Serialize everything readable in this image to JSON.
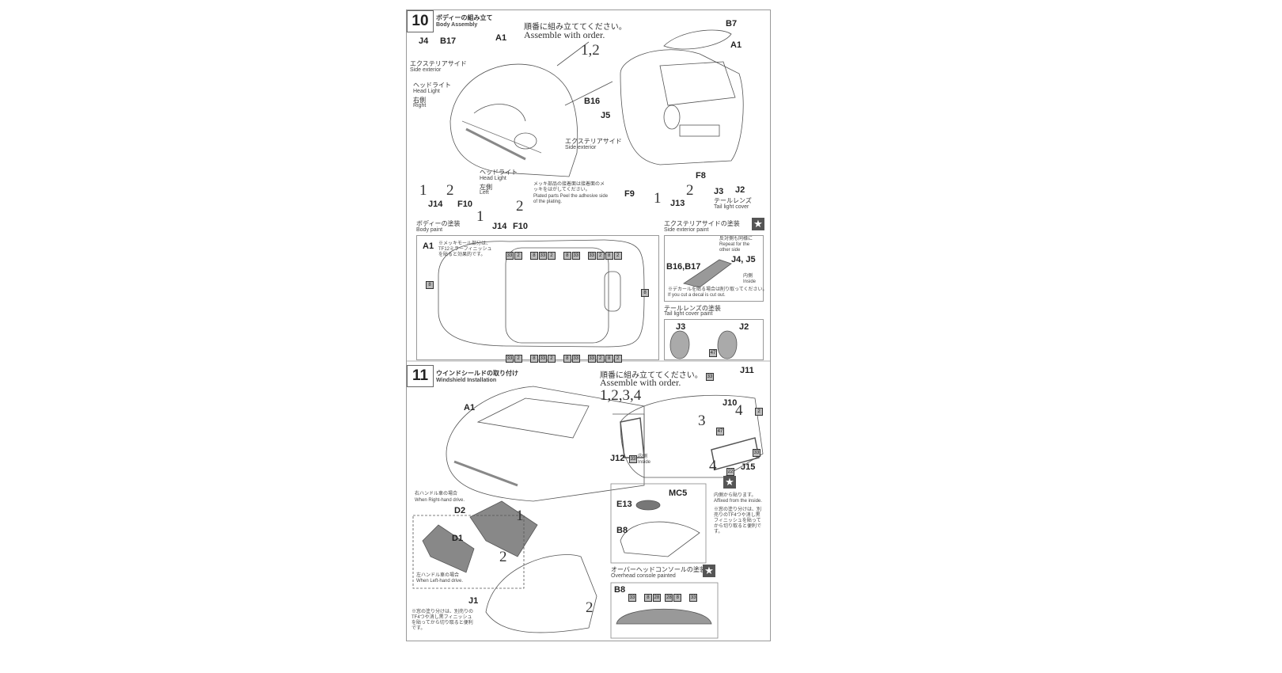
{
  "step10": {
    "number": "10",
    "title_jp": "ボディーの組み立て",
    "title_en": "Body Assembly",
    "order_jp": "順番に組み立ててください。",
    "order_en": "Assemble with order.",
    "order_seq": "1,2",
    "parts": [
      "J4",
      "B17",
      "A1",
      "B7",
      "A1",
      "B16",
      "J5",
      "F8",
      "F9",
      "J13",
      "J3",
      "J2",
      "J14",
      "F10",
      "J14",
      "F10"
    ],
    "side_exterior_jp": "エクステリアサイド",
    "side_exterior_en": "Side exterior",
    "headlight_right_jp": "ヘッドライト",
    "headlight_right_en": "Head Light",
    "right_jp": "右側",
    "right_en": "Right",
    "headlight_left_jp": "ヘッドライト",
    "headlight_left_en": "Head Light",
    "left_jp": "左側",
    "left_en": "Left",
    "plating_jp": "メッキ部品の接着面は接着面のメッキをはがしてください。",
    "plating_en": "Plated parts Peel the adhesive side of the plating.",
    "tail_lens_jp": "テールレンズ",
    "tail_lens_en": "Tail light cover",
    "step_numbers": [
      "1",
      "2",
      "1",
      "2",
      "1",
      "2"
    ],
    "body_paint_jp": "ボディーの塗装",
    "body_paint_en": "Body paint",
    "body_paint_part": "A1",
    "body_paint_note": "※メッキモール部分は、TF12ミラーフィニッシュを貼ると効果的です。",
    "color_codes_top": [
      "33",
      "2",
      "8",
      "33",
      "2",
      "8",
      "33",
      "33",
      "2",
      "8",
      "2"
    ],
    "color_codes_bottom": [
      "33",
      "2",
      "8",
      "33",
      "2",
      "8",
      "33",
      "33",
      "2",
      "8",
      "2"
    ],
    "color_code_side": "8",
    "side_paint_jp": "エクステリアサイドの塗装",
    "side_paint_en": "Side exterior paint",
    "side_paint_parts": "B16,B17",
    "side_paint_parts2": "J4, J5",
    "repeat_jp": "反対側も同様に",
    "repeat_en": "Repeat for the other side",
    "inside_jp": "内側",
    "inside_en": "Inside",
    "decal_note_jp": "※デカールを貼る場合は削り取ってください。",
    "decal_note_en": "If you cut a decal is cut out.",
    "tail_paint_jp": "テールレンズの塗装",
    "tail_paint_en": "Tail light cover paint",
    "tail_parts": [
      "J3",
      "J2"
    ],
    "tail_code": "47"
  },
  "step11": {
    "number": "11",
    "title_jp": "ウインドシールドの取り付け",
    "title_en": "Windshield Installation",
    "order_jp": "順番に組み立ててください。",
    "order_en": "Assemble with order.",
    "order_seq": "1,2,3,4",
    "parts": [
      "A1",
      "J11",
      "J10",
      "J12",
      "J15",
      "D2",
      "D1",
      "J1",
      "MC5",
      "E13",
      "B8"
    ],
    "inside_jp": "内側",
    "inside_en": "Inside",
    "rhd_jp": "右ハンドル車の場合",
    "rhd_en": "When Right-hand drive.",
    "lhd_jp": "左ハンドル車の場合",
    "lhd_en": "When Left-hand drive.",
    "affixed_jp": "内側から貼ります。",
    "affixed_en": "Affixed from the inside.",
    "window_note": "※窓の塗り分けは、別売りのTF4つや消し黒フィニッシュを貼ってから切り取ると便利です。",
    "windshield_note": "※窓の塗り分けは、別売りのTF4つや消し黒フィニッシュを貼ってから切り取ると便利です。",
    "overhead_jp": "オーバーヘッドコンソールの塗装",
    "overhead_en": "Overhead console painted",
    "overhead_part": "B8",
    "overhead_codes": [
      "33",
      "8",
      "28",
      "28",
      "8",
      "33"
    ],
    "step_numbers": [
      "1",
      "2",
      "2",
      "3",
      "4",
      "4"
    ],
    "codes": [
      "33",
      "33",
      "2",
      "47",
      "33",
      "22"
    ]
  }
}
